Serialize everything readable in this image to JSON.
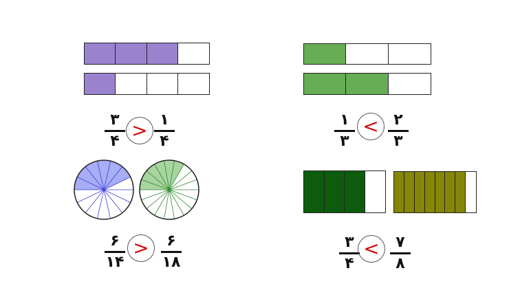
{
  "colors": {
    "purple": "#9b82cf",
    "green_light": "#67ad55",
    "blue_sector": "#a7aef5",
    "green_sector": "#a8d4a0",
    "dark_green": "#0d5c0d",
    "olive": "#858508",
    "symbol_red": "#d01010"
  },
  "panels": {
    "top_left": {
      "bar1": {
        "parts": 4,
        "filled": 3
      },
      "bar2": {
        "parts": 4,
        "filled": 1
      },
      "left": {
        "num": "۳",
        "den": "۴"
      },
      "symbol": ">",
      "right": {
        "num": "۱",
        "den": "۴"
      }
    },
    "top_right": {
      "bar1": {
        "parts": 3,
        "filled": 1
      },
      "bar2": {
        "parts": 3,
        "filled": 2
      },
      "left": {
        "num": "۱",
        "den": "۳"
      },
      "symbol": "<",
      "right": {
        "num": "۲",
        "den": "۳"
      }
    },
    "bottom_left": {
      "circle1": {
        "parts": 14,
        "filled": 6
      },
      "circle2": {
        "parts": 18,
        "filled": 6
      },
      "left": {
        "num": "۶",
        "den": "۱۴"
      },
      "symbol": ">",
      "right": {
        "num": "۶",
        "den": "۱۸"
      }
    },
    "bottom_right": {
      "block1": {
        "parts": 4,
        "filled": 3
      },
      "block2": {
        "parts": 8,
        "filled": 7
      },
      "left": {
        "num": "۳",
        "den": "۴"
      },
      "symbol": "<",
      "right": {
        "num": "۷",
        "den": "۸"
      }
    }
  }
}
